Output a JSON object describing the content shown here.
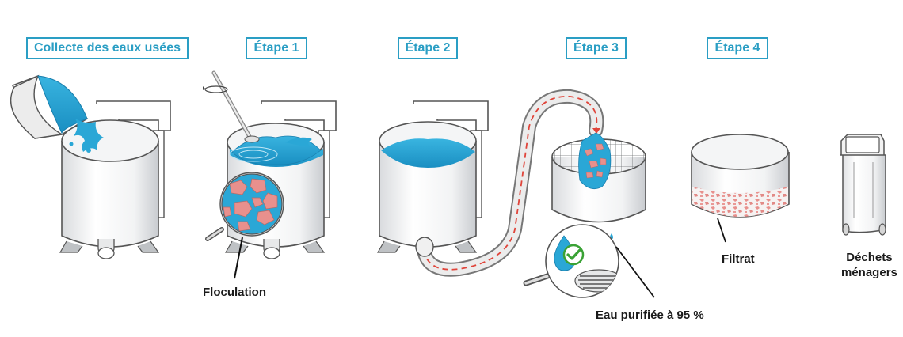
{
  "steps": {
    "collect": "Collecte des eaux usées",
    "step1": "Étape 1",
    "step2": "Étape 2",
    "step3": "Étape 3",
    "step4": "Étape 4"
  },
  "captions": {
    "flocculation": "Floculation",
    "purified_water": "Eau purifiée à 95 %",
    "filtrate": "Filtrat",
    "household_waste_line1": "Déchets",
    "household_waste_line2": "ménagers"
  },
  "icons": [
    "tipping-bucket-icon",
    "stirrer-icon",
    "magnifier-icon",
    "checkmark-icon",
    "water-drop-icon",
    "trash-bin-icon",
    "hose-icon"
  ],
  "colors": {
    "accent": "#2a9ec4",
    "water": "#2aa7d6",
    "floc": "#e8908d",
    "check": "#3aa235",
    "hose_dash": "#e0443a"
  }
}
